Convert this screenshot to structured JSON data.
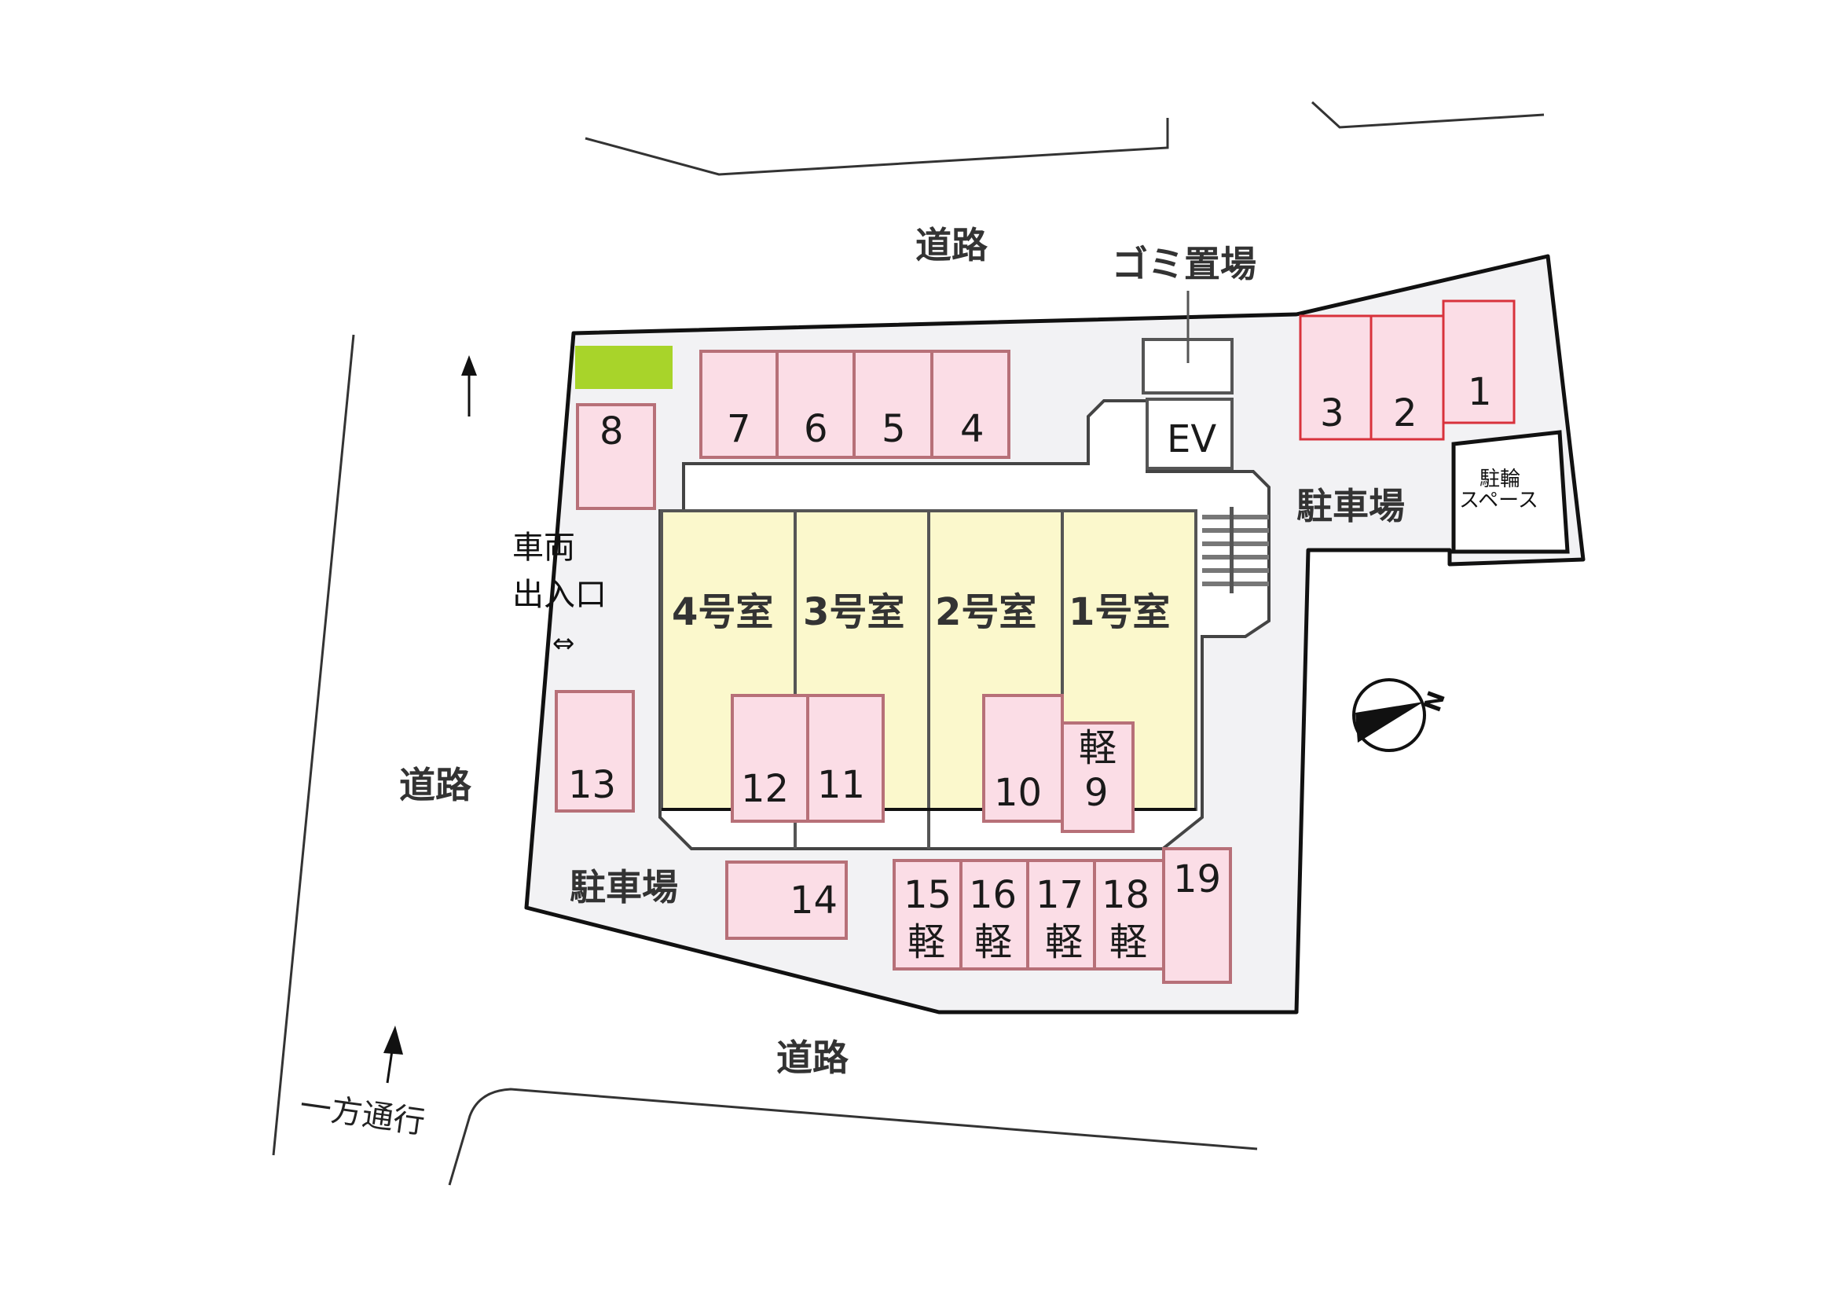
{
  "map": {
    "type": "parking_site_plan",
    "labels": {
      "road_top": "道路",
      "road_left": "道路",
      "road_bottom": "道路",
      "garbage": "ゴミ置場",
      "ev": "EV",
      "parking_right": "駐車場",
      "parking_left": "駐車場",
      "bicycle_line1": "駐輪",
      "bicycle_line2": "スペース",
      "vehicle_entrance_line1": "車両",
      "vehicle_entrance_line2": "出入口",
      "entrance_arrow": "⇔",
      "one_way": "一方通行",
      "north": "N"
    },
    "rooms": [
      {
        "label": "4号室"
      },
      {
        "label": "3号室"
      },
      {
        "label": "2号室"
      },
      {
        "label": "1号室"
      }
    ],
    "parking_spaces": [
      {
        "no": "1"
      },
      {
        "no": "2"
      },
      {
        "no": "3"
      },
      {
        "no": "4"
      },
      {
        "no": "5"
      },
      {
        "no": "6"
      },
      {
        "no": "7"
      },
      {
        "no": "8"
      },
      {
        "no": "9",
        "kei": "軽"
      },
      {
        "no": "10"
      },
      {
        "no": "11"
      },
      {
        "no": "12"
      },
      {
        "no": "13"
      },
      {
        "no": "14"
      },
      {
        "no": "15",
        "kei": "軽"
      },
      {
        "no": "16",
        "kei": "軽"
      },
      {
        "no": "17",
        "kei": "軽"
      },
      {
        "no": "18",
        "kei": "軽"
      },
      {
        "no": "19"
      }
    ],
    "colors": {
      "lot": "#f2f2f4",
      "building": "#fbf8cc",
      "space_fill": "#fbdde6",
      "space_border": "#b77078",
      "space_border_red": "#d8323c",
      "green": "#a8d42a"
    }
  }
}
